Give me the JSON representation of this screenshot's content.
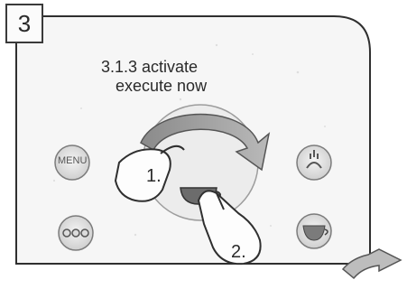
{
  "panel": {
    "step_number": "3",
    "instruction_line1": "3.1.3  activate",
    "instruction_line2": "execute now"
  },
  "buttons": {
    "menu_label": "MENU",
    "steam_icon": "steam-icon",
    "dots_icon": "three-dots-icon",
    "cup_icon": "coffee-cup-icon"
  },
  "gestures": {
    "step1_label": "1.",
    "step2_label": "2."
  }
}
